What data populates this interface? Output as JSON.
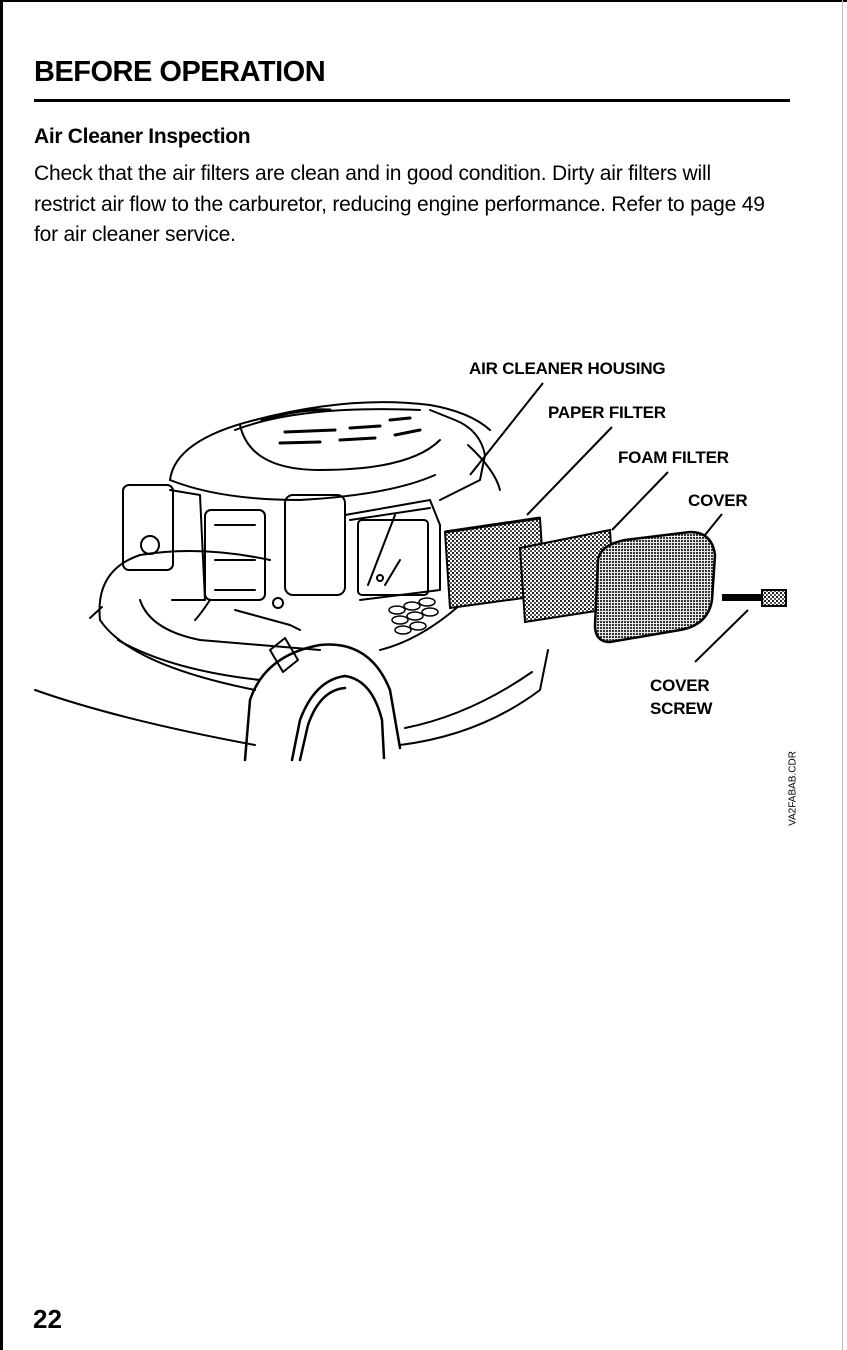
{
  "header": {
    "section_title": "BEFORE OPERATION"
  },
  "content": {
    "subheading": "Air Cleaner Inspection",
    "paragraph": "Check that the air filters are clean and in good condition. Dirty air filters will restrict air flow to the carburetor, reducing engine performance. Refer to page 49 for air cleaner service."
  },
  "figure": {
    "labels": {
      "housing": "AIR CLEANER HOUSING",
      "paper_filter": "PAPER FILTER",
      "foam_filter": "FOAM FILTER",
      "cover": "COVER",
      "cover_screw_line1": "COVER",
      "cover_screw_line2": "SCREW"
    },
    "drawing_code": "VA2FABAB.CDR"
  },
  "footer": {
    "page_number": "22"
  }
}
